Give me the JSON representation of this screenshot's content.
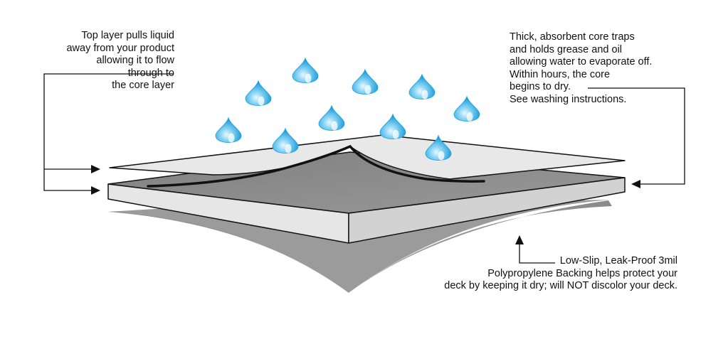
{
  "callouts": {
    "top_layer": {
      "lines": [
        "Top layer pulls liquid",
        "away from your product",
        "allowing it to flow",
        "through to",
        "the core layer"
      ]
    },
    "core": {
      "lines": [
        "Thick, absorbent core traps",
        "and holds grease and oil",
        "allowing water to evaporate off.",
        "Within hours, the core",
        "begins to dry.",
        "See washing instructions."
      ]
    },
    "backing": {
      "lines": [
        "Low-Slip, Leak-Proof 3mil",
        "Polypropylene Backing helps protect your",
        "deck by keeping it dry; will NOT discolor your deck."
      ]
    }
  },
  "colors": {
    "drop_blue": "#1aa0dd",
    "drop_light": "#bfe8fa",
    "top_layer": "#e7e7e7",
    "core_layer": "#8c8c8c",
    "core_edge": "#c7c7c7",
    "backing": "#9a9a9a",
    "outline": "#111111"
  }
}
